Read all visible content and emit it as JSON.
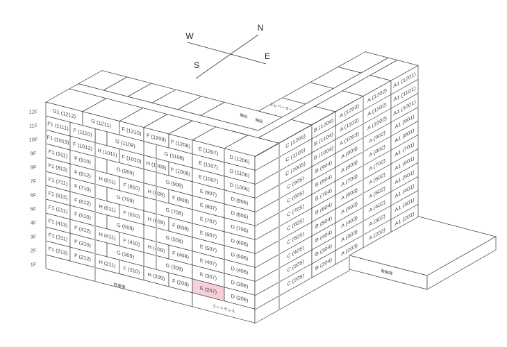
{
  "compass": {
    "north": "N",
    "south": "S",
    "east": "E",
    "west": "W"
  },
  "floors": [
    "12F",
    "11F",
    "10F",
    "9F",
    "8F",
    "7F",
    "6F",
    "5F",
    "4F",
    "3F",
    "2F",
    "1F"
  ],
  "highlight": {
    "unit": "E (207)",
    "color": "#f7cfd8"
  },
  "roof": {
    "stairs_1": "階段",
    "stairs_2": "階段",
    "elevator": "エレベーター"
  },
  "ground": {
    "parking": "駐車場",
    "entrance": "エントランス",
    "bicycle_parking": "駐輪場"
  },
  "left_wing": [
    {
      "floor": 12,
      "units": [
        "G1 (1212)",
        "G (1211)",
        "F (1210)",
        "F (1209)",
        "F (1208)",
        "E (1207)",
        "D (1206)"
      ]
    },
    {
      "floor": 11,
      "units": [
        "F1 (1111)",
        "F (1110)",
        "G (1109)",
        "G (1108)",
        "E (1107)",
        "D (1106)"
      ]
    },
    {
      "floor": 10,
      "units": [
        "F1 (1013)",
        "F (1012)",
        "H (1011)",
        "F (1010)",
        "H (1009)",
        "F (1008)",
        "E (1007)",
        "D (1006)"
      ]
    },
    {
      "floor": 9,
      "units": [
        "F1 (911)",
        "F (910)",
        "G (909)",
        "G (908)",
        "E (907)",
        "D (906)"
      ]
    },
    {
      "floor": 8,
      "units": [
        "F1 (813)",
        "F (812)",
        "H (811)",
        "F (810)",
        "H (809)",
        "F (808)",
        "E (807)",
        "D (806)"
      ]
    },
    {
      "floor": 7,
      "units": [
        "F1 (711)",
        "F (710)",
        "G (709)",
        "G (708)",
        "E (707)",
        "D (706)"
      ]
    },
    {
      "floor": 6,
      "units": [
        "F1 (613)",
        "F (612)",
        "H (611)",
        "F (610)",
        "H (609)",
        "F (608)",
        "E (607)",
        "D (606)"
      ]
    },
    {
      "floor": 5,
      "units": [
        "F1 (511)",
        "F (510)",
        "G (509)",
        "G (508)",
        "E (507)",
        "D (506)"
      ]
    },
    {
      "floor": 4,
      "units": [
        "F1 (413)",
        "F (412)",
        "H (411)",
        "F (410)",
        "H (409)",
        "F (408)",
        "E (407)",
        "D (406)"
      ]
    },
    {
      "floor": 3,
      "units": [
        "F1 (311)",
        "F (310)",
        "G (309)",
        "G (308)",
        "E (307)",
        "D (306)"
      ]
    },
    {
      "floor": 2,
      "units": [
        "F1 (213)",
        "F (212)",
        "H (211)",
        "F (210)",
        "H (209)",
        "F (208)",
        "E (207)",
        "D (206)"
      ]
    }
  ],
  "right_wing": [
    {
      "floor": 12,
      "units": [
        "C (1205)",
        "B (1204)",
        "A (1203)",
        "A (1202)",
        "A1 (1201)"
      ]
    },
    {
      "floor": 11,
      "units": [
        "C (1105)",
        "B (1104)",
        "A (1103)",
        "A (1102)",
        "A1 (1101)"
      ]
    },
    {
      "floor": 10,
      "units": [
        "C (1005)",
        "B (1004)",
        "A (1003)",
        "A (1002)",
        "A1 (1001)"
      ]
    },
    {
      "floor": 9,
      "units": [
        "C (905)",
        "B (904)",
        "A (903)",
        "A (902)",
        "A1 (901)"
      ]
    },
    {
      "floor": 8,
      "units": [
        "C (805)",
        "B (804)",
        "A (803)",
        "A (802)",
        "A1 (801)"
      ]
    },
    {
      "floor": 7,
      "units": [
        "C (705)",
        "B (704)",
        "A (703)",
        "A (702)",
        "A1 (701)"
      ]
    },
    {
      "floor": 6,
      "units": [
        "C (605)",
        "B (604)",
        "A (603)",
        "A (602)",
        "A1 (601)"
      ]
    },
    {
      "floor": 5,
      "units": [
        "C (505)",
        "B (504)",
        "A (503)",
        "A (502)",
        "A1 (501)"
      ]
    },
    {
      "floor": 4,
      "units": [
        "C (405)",
        "B (404)",
        "A (403)",
        "A (402)",
        "A1 (401)"
      ]
    },
    {
      "floor": 3,
      "units": [
        "C (305)",
        "B (304)",
        "A (303)",
        "A (302)",
        "A1 (301)"
      ]
    },
    {
      "floor": 2,
      "units": [
        "C (205)",
        "B (204)",
        "A (203)",
        "A (202)",
        "A1 (201)"
      ]
    }
  ]
}
